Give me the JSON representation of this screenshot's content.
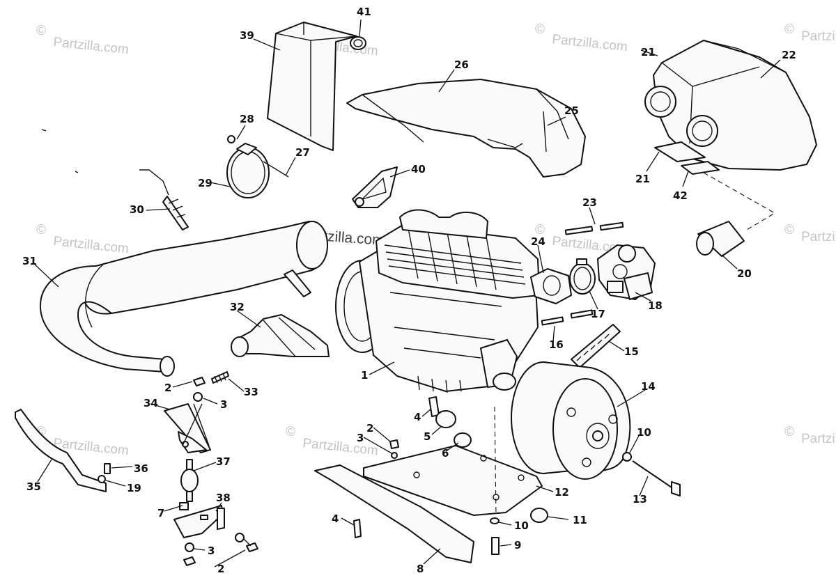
{
  "watermarks": {
    "brand": "Partzilla.com",
    "symbol": "©",
    "center_label": "© Partzilla.com"
  },
  "callouts": [
    {
      "id": "c41",
      "text": "41"
    },
    {
      "id": "c39",
      "text": "39"
    },
    {
      "id": "c26",
      "text": "26"
    },
    {
      "id": "c22",
      "text": "22"
    },
    {
      "id": "c21a",
      "text": "21"
    },
    {
      "id": "c28",
      "text": "28"
    },
    {
      "id": "c25",
      "text": "25"
    },
    {
      "id": "c27",
      "text": "27"
    },
    {
      "id": "c29",
      "text": "29"
    },
    {
      "id": "c40",
      "text": "40"
    },
    {
      "id": "c21b",
      "text": "21"
    },
    {
      "id": "c42",
      "text": "42"
    },
    {
      "id": "c30",
      "text": "30"
    },
    {
      "id": "c23",
      "text": "23"
    },
    {
      "id": "c31",
      "text": "31"
    },
    {
      "id": "c24",
      "text": "24"
    },
    {
      "id": "c20",
      "text": "20"
    },
    {
      "id": "c17",
      "text": "17"
    },
    {
      "id": "c18",
      "text": "18"
    },
    {
      "id": "c32",
      "text": "32"
    },
    {
      "id": "c16",
      "text": "16"
    },
    {
      "id": "c15",
      "text": "15"
    },
    {
      "id": "c1",
      "text": "1"
    },
    {
      "id": "c2a",
      "text": "2"
    },
    {
      "id": "c33",
      "text": "33"
    },
    {
      "id": "c3a",
      "text": "3"
    },
    {
      "id": "c34",
      "text": "34"
    },
    {
      "id": "c14",
      "text": "14"
    },
    {
      "id": "c4a",
      "text": "4"
    },
    {
      "id": "c5",
      "text": "5"
    },
    {
      "id": "c2b",
      "text": "2"
    },
    {
      "id": "c3b",
      "text": "3"
    },
    {
      "id": "c6",
      "text": "6"
    },
    {
      "id": "c10a",
      "text": "10"
    },
    {
      "id": "c37",
      "text": "37"
    },
    {
      "id": "c36",
      "text": "36"
    },
    {
      "id": "c35",
      "text": "35"
    },
    {
      "id": "c19",
      "text": "19"
    },
    {
      "id": "c12",
      "text": "12"
    },
    {
      "id": "c13",
      "text": "13"
    },
    {
      "id": "c38",
      "text": "38"
    },
    {
      "id": "c7",
      "text": "7"
    },
    {
      "id": "c4b",
      "text": "4"
    },
    {
      "id": "c10b",
      "text": "10"
    },
    {
      "id": "c11",
      "text": "11"
    },
    {
      "id": "c3c",
      "text": "3"
    },
    {
      "id": "c9",
      "text": "9"
    },
    {
      "id": "c2c",
      "text": "2"
    },
    {
      "id": "c8",
      "text": "8"
    }
  ]
}
